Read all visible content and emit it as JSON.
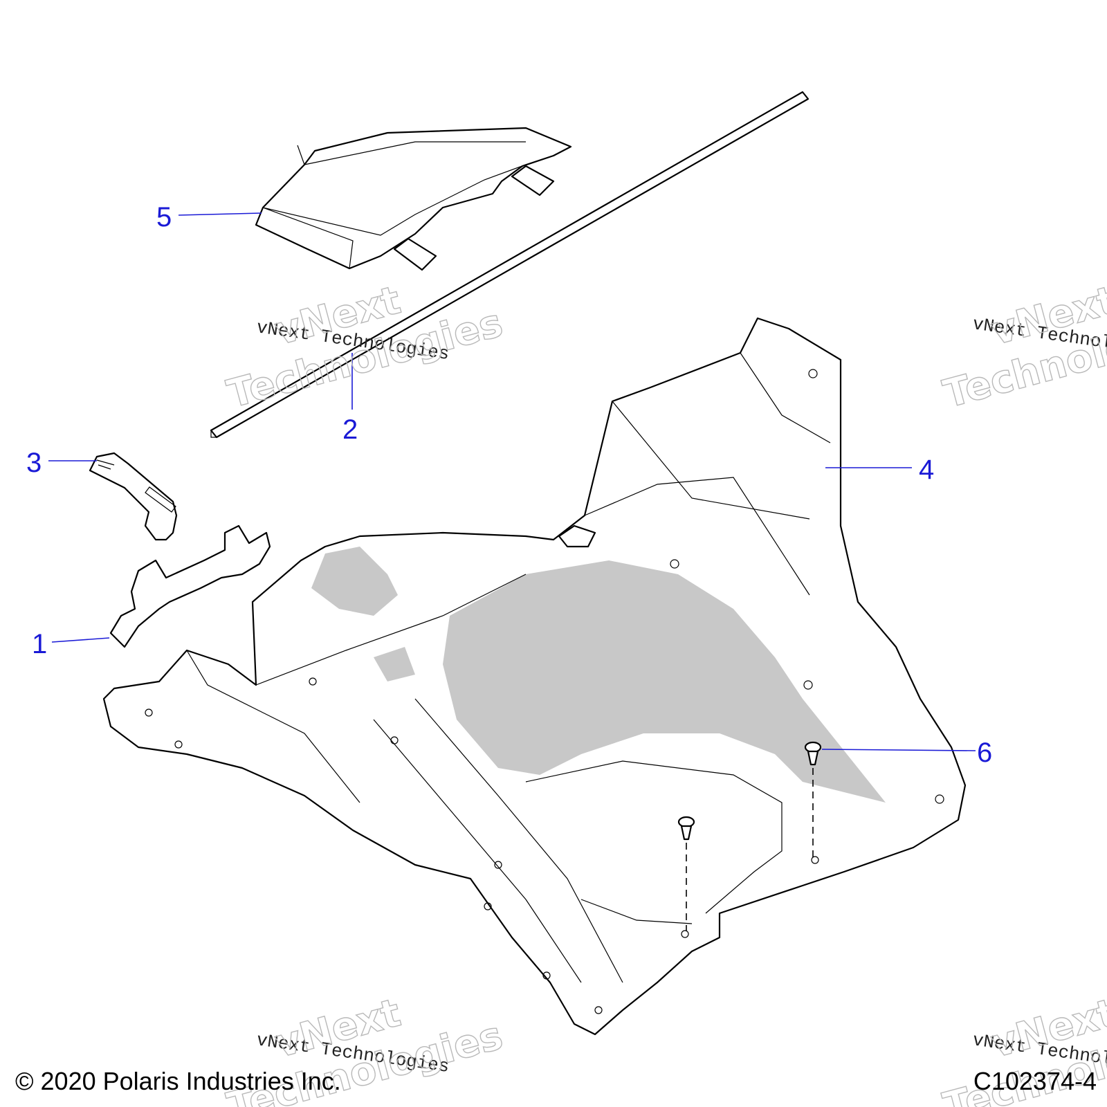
{
  "diagram": {
    "callouts": [
      {
        "id": "1",
        "label": "1"
      },
      {
        "id": "2",
        "label": "2"
      },
      {
        "id": "3",
        "label": "3"
      },
      {
        "id": "4",
        "label": "4"
      },
      {
        "id": "5",
        "label": "5"
      },
      {
        "id": "6",
        "label": "6"
      }
    ],
    "watermark": {
      "line": "vNext Technologies",
      "big_top": "vNext",
      "big_bottom": "Technologies"
    },
    "footer": {
      "copyright": "© 2020 Polaris Industries Inc.",
      "diagram_id": "C102374-4"
    },
    "colors": {
      "callout": "#1a1ad6",
      "shade": "#c8c8c8"
    }
  }
}
